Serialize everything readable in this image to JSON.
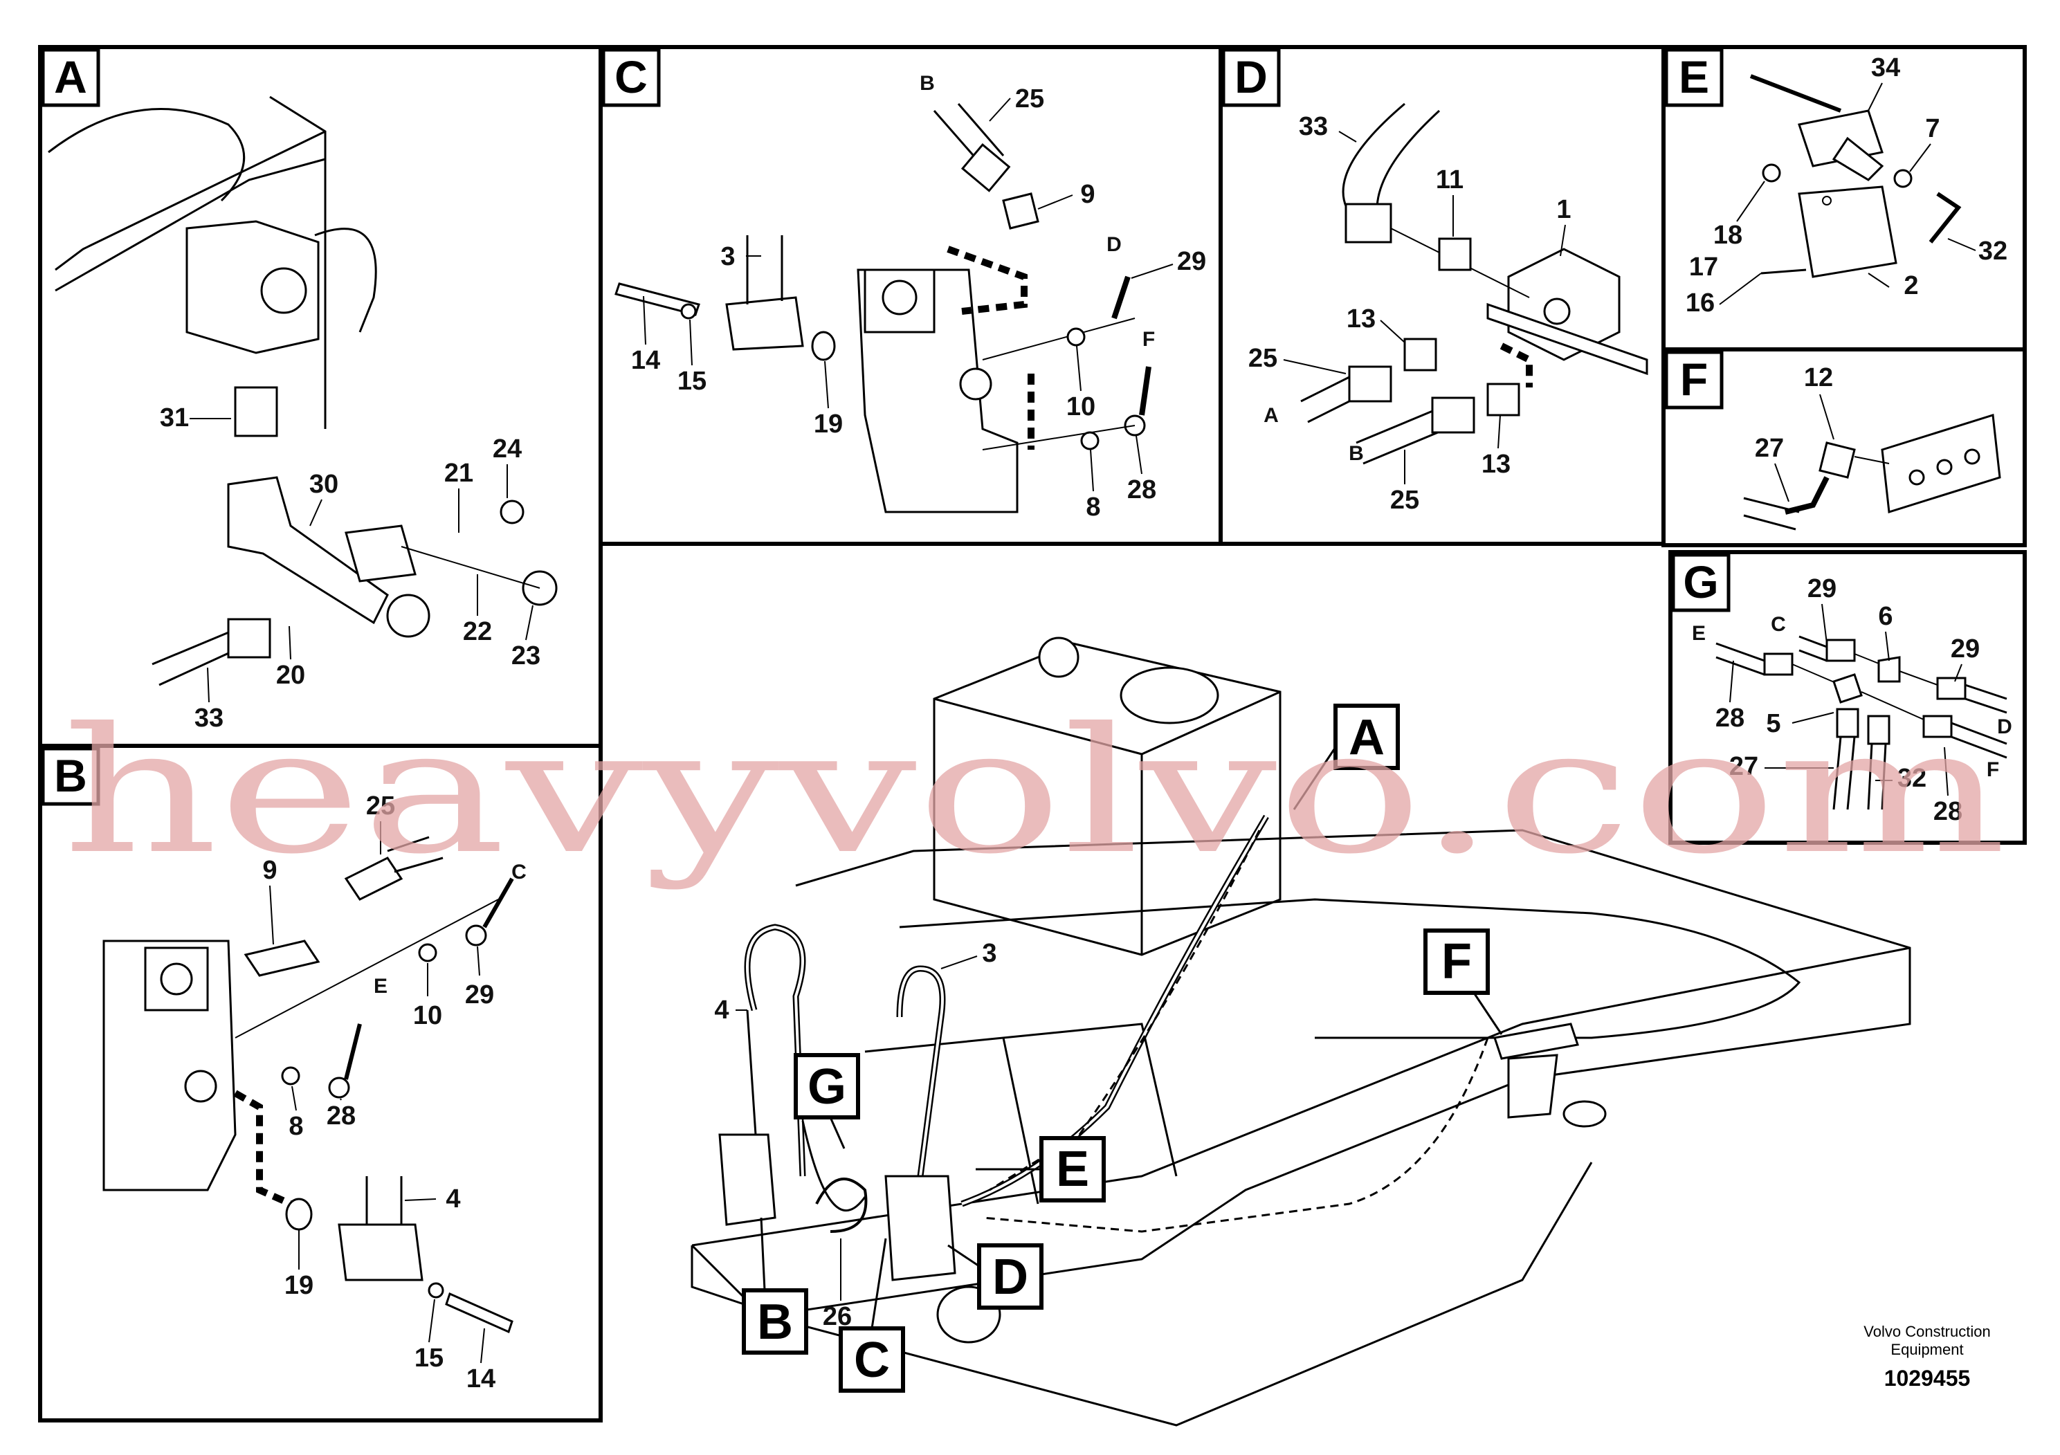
{
  "panels": {
    "A": {
      "letter": "A",
      "labels": [
        "31",
        "30",
        "21",
        "24",
        "22",
        "23",
        "20",
        "33"
      ]
    },
    "B": {
      "letter": "B",
      "labels": [
        "25",
        "9",
        "C",
        "10",
        "29",
        "E",
        "8",
        "28",
        "4",
        "19",
        "15",
        "14"
      ]
    },
    "C": {
      "letter": "C",
      "labels": [
        "B",
        "25",
        "9",
        "3",
        "D",
        "29",
        "14",
        "15",
        "19",
        "F",
        "10",
        "8",
        "28"
      ]
    },
    "D": {
      "letter": "D",
      "labels": [
        "33",
        "11",
        "1",
        "13",
        "25",
        "A",
        "B",
        "13",
        "25"
      ]
    },
    "E": {
      "letter": "E",
      "labels": [
        "34",
        "7",
        "18",
        "32",
        "17",
        "2",
        "16"
      ]
    },
    "F": {
      "letter": "F",
      "labels": [
        "12",
        "27"
      ]
    },
    "G": {
      "letter": "G",
      "labels": [
        "29",
        "C",
        "6",
        "E",
        "29",
        "28",
        "5",
        "D",
        "27",
        "32",
        "F",
        "28"
      ]
    }
  },
  "main_view": {
    "callouts": [
      "A",
      "F",
      "G",
      "E",
      "D",
      "B",
      "C"
    ],
    "labels": [
      "4",
      "3",
      "26"
    ]
  },
  "footer": {
    "company_line1": "Volvo Construction",
    "company_line2": "Equipment",
    "drawing_number": "1029455"
  },
  "watermark": "heavyvolvo.com",
  "colors": {
    "line": "#000000",
    "watermark": "#e3a6a6",
    "background": "#ffffff"
  }
}
